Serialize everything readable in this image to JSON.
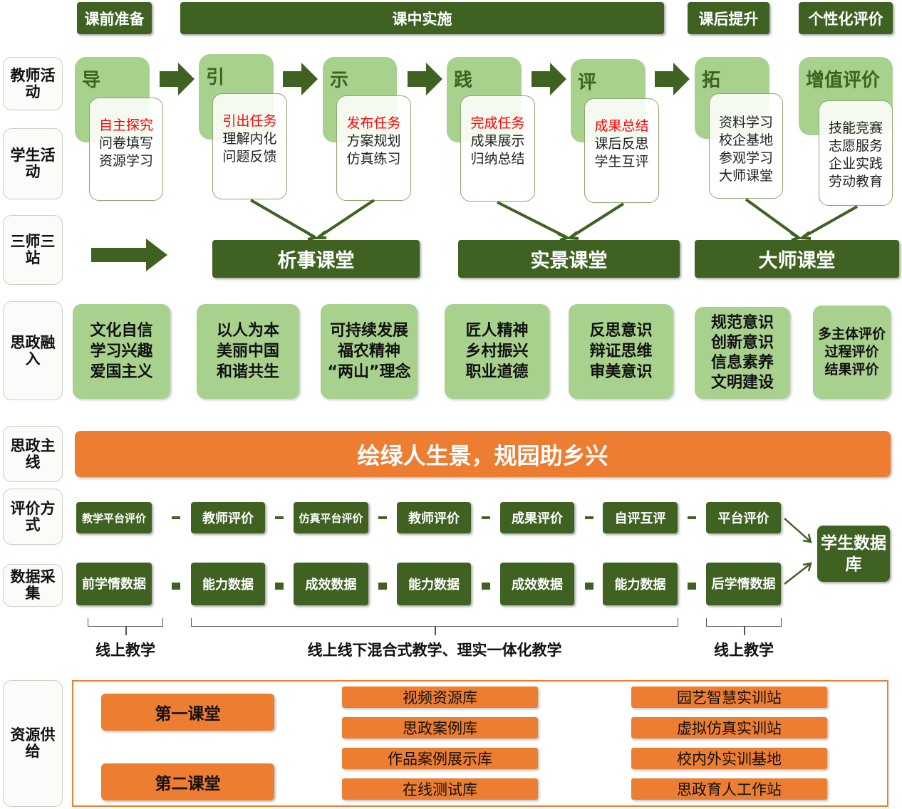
{
  "phases": [
    "课前准备",
    "课中实施",
    "课后提升",
    "个性化评价"
  ],
  "row_labels": {
    "teacher": "教师活动",
    "student": "学生活动",
    "three": "三师三站",
    "sizheng": "思政融入",
    "mainline": "思政主线",
    "evaluation": "评价方式",
    "data": "数据采集",
    "resources": "资源供给"
  },
  "steps": [
    {
      "title": "导",
      "items": [
        "自主探究",
        "问卷填写",
        "资源学习"
      ]
    },
    {
      "title": "引",
      "items": [
        "引出任务",
        "理解内化",
        "问题反馈"
      ]
    },
    {
      "title": "示",
      "items": [
        "发布任务",
        "方案规划",
        "仿真练习"
      ]
    },
    {
      "title": "践",
      "items": [
        "完成任务",
        "成果展示",
        "归纳总结"
      ]
    },
    {
      "title": "评",
      "items": [
        "成果总结",
        "课后反思",
        "学生互评"
      ]
    },
    {
      "title": "拓",
      "items": [
        "资料学习",
        "校企基地",
        "参观学习",
        "大师课堂"
      ]
    },
    {
      "title": "增值评价",
      "items": [
        "技能竞赛",
        "志愿服务",
        "企业实践",
        "劳动教育"
      ]
    }
  ],
  "classrooms": [
    "析事课堂",
    "实景课堂",
    "大师课堂"
  ],
  "sizheng": [
    [
      "文化自信",
      "学习兴趣",
      "爱国主义"
    ],
    [
      "以人为本",
      "美丽中国",
      "和谐共生"
    ],
    [
      "可持续发展",
      "福农精神",
      "“两山”理念"
    ],
    [
      "匠人精神",
      "乡村振兴",
      "职业道德"
    ],
    [
      "反思意识",
      "辩证思维",
      "审美意识"
    ],
    [
      "规范意识",
      "创新意识",
      "信息素养",
      "文明建设"
    ],
    [
      "多主体评价",
      "过程评价",
      "结果评价"
    ]
  ],
  "mainline": "绘绿人生景，规园助乡兴",
  "evaluations": [
    "教学平台评价",
    "教师评价",
    "仿真平台评价",
    "教师评价",
    "成果评价",
    "自评互评",
    "平台评价"
  ],
  "data_items": [
    "前学情数据",
    "能力数据",
    "成效数据",
    "能力数据",
    "成效数据",
    "能力数据",
    "后学情数据"
  ],
  "database": "学生数据库",
  "teaching_modes": [
    "线上教学",
    "线上线下混合式教学、理实一体化教学",
    "线上教学"
  ],
  "resources": {
    "classes": [
      "第一课堂",
      "第二课堂"
    ],
    "libraries": [
      "视频资源库",
      "思政案例库",
      "作品案例展示库",
      "在线测试库"
    ],
    "stations": [
      "园艺智慧实训站",
      "虚拟仿真实训站",
      "校内外实训基地",
      "思政育人工作站"
    ]
  },
  "colors": {
    "dark_green": "#3f6223",
    "light_green": "#a9d18e",
    "orange": "#ed7d31",
    "red": "#ff0000"
  }
}
